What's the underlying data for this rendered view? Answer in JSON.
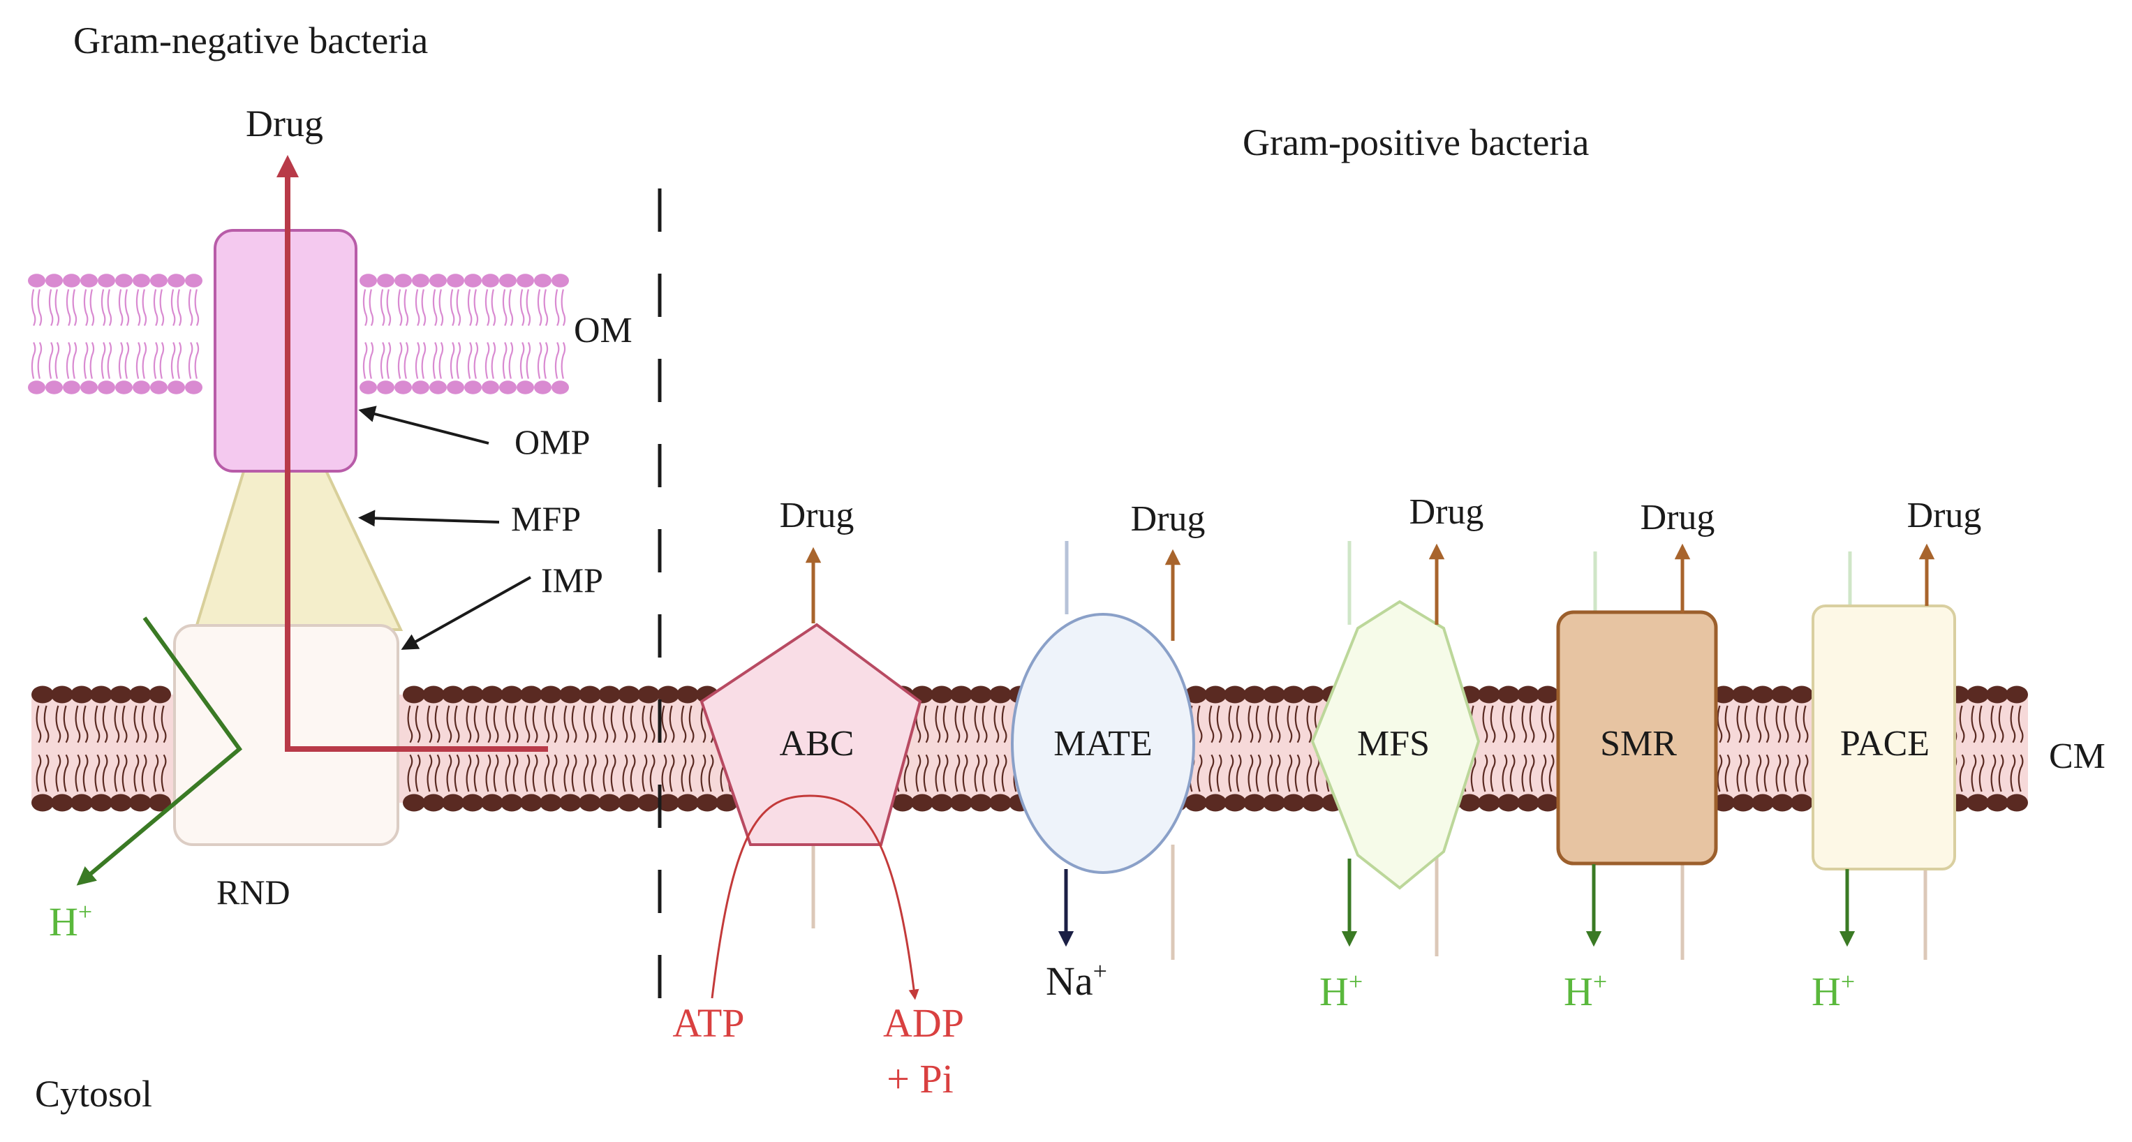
{
  "colors": {
    "om_lipid": "#d98ad1",
    "cm_head": "#5a2a22",
    "cm_band": "#f6d9d9",
    "drug_red": "#b83a48",
    "drug_brown": "#a8642c",
    "proton_green": "#3a7a24",
    "label_green": "#5ab83c",
    "atp_red": "#d94040",
    "na_navy": "#1b1f45"
  },
  "labels": {
    "gram_negative": "Gram-negative bacteria",
    "gram_positive": "Gram-positive bacteria",
    "cytosol": "Cytosol",
    "om": "OM",
    "cm": "CM",
    "omp": "OMP",
    "mfp": "MFP",
    "imp": "IMP",
    "rnd": "RND",
    "drug_rnd": "Drug",
    "h_rnd": "H",
    "h_rnd_sup": "+"
  },
  "transporters": [
    {
      "name": "ABC",
      "drug": "Drug"
    },
    {
      "name": "MATE",
      "drug": "Drug",
      "ion": "Na",
      "ion_sup": "+"
    },
    {
      "name": "MFS",
      "drug": "Drug",
      "ion": "H",
      "ion_sup": "+"
    },
    {
      "name": "SMR",
      "drug": "Drug",
      "ion": "H",
      "ion_sup": "+"
    },
    {
      "name": "PACE",
      "drug": "Drug",
      "ion": "H",
      "ion_sup": "+"
    }
  ],
  "atp": {
    "atp": "ATP",
    "adp": "ADP",
    "pi": "+ Pi"
  }
}
